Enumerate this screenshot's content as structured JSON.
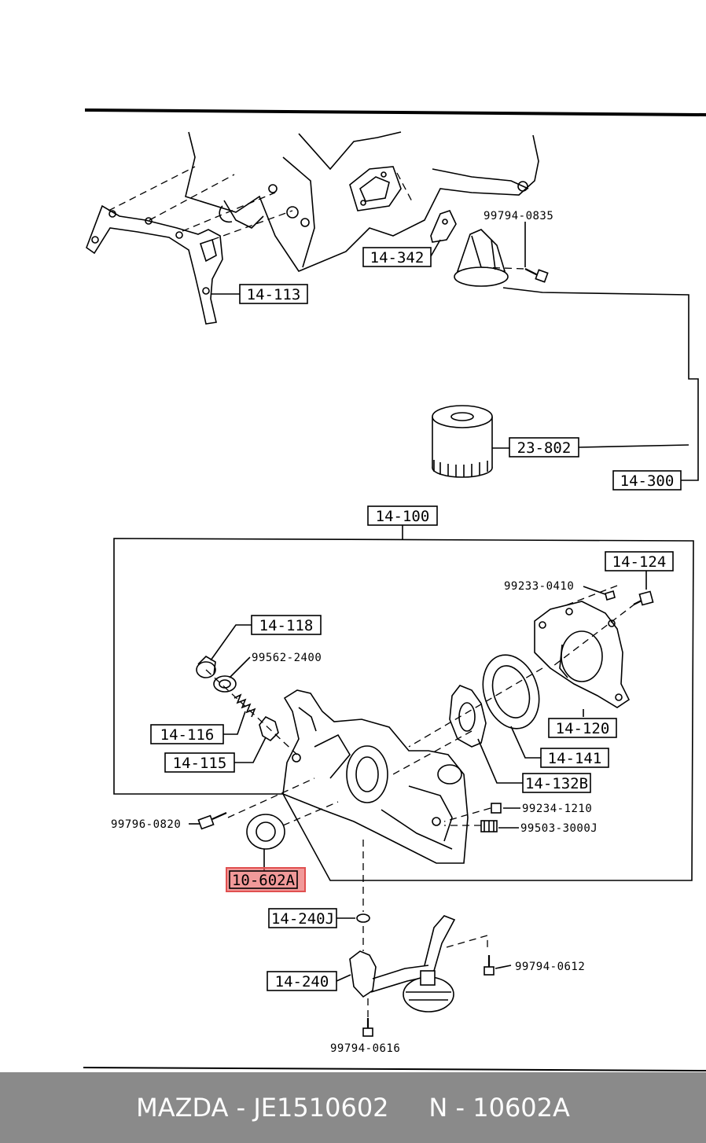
{
  "callouts": {
    "c14_342": "14-342",
    "c14_113": "14-113",
    "c23_802": "23-802",
    "c14_300": "14-300",
    "c14_100": "14-100",
    "c14_124": "14-124",
    "c14_118": "14-118",
    "c14_116": "14-116",
    "c14_115": "14-115",
    "c14_120": "14-120",
    "c14_141": "14-141",
    "c14_132b": "14-132B",
    "c10_602a": "10-602A",
    "c14_240j": "14-240J",
    "c14_240": "14-240"
  },
  "part_numbers": {
    "p99794_0835": "99794-0835",
    "p99233_0410": "99233-0410",
    "p99562_2400": "99562-2400",
    "p99796_0820": "99796-0820",
    "p99234_1210": "99234-1210",
    "p99503_3000j": "99503-3000J",
    "p99794_0612": "99794-0612",
    "p99794_0616": "99794-0616"
  },
  "highlight_color": "#e05050",
  "footer": {
    "text": "MAZDA - JE1510602     N - 10602A",
    "background": "#8a8a8a"
  }
}
